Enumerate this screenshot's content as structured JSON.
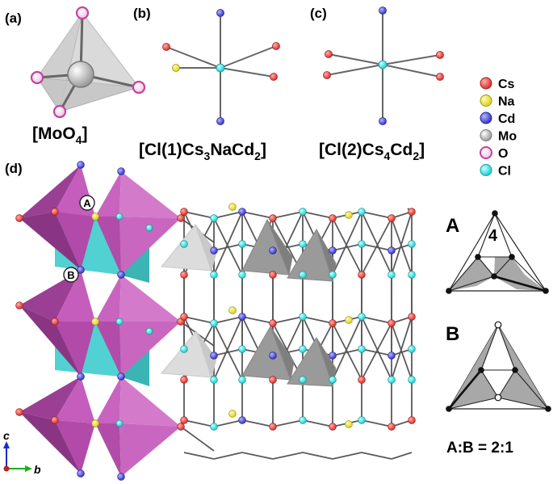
{
  "panels": {
    "a": {
      "tag": "(a)",
      "formula": "[MoO",
      "sub": "4",
      "close": "]"
    },
    "b": {
      "tag": "(b)",
      "f1": "[Cl(1)Cs",
      "s1": "3",
      "f2": "NaCd",
      "s2": "2",
      "f3": "]"
    },
    "c": {
      "tag": "(c)",
      "f1": "[Cl(2)Cs",
      "s1": "4",
      "f2": "Cd",
      "s2": "2",
      "f3": "]"
    },
    "d": {
      "tag": "(d)",
      "site_a": "A",
      "site_b": "B"
    }
  },
  "legend": [
    {
      "label": "Cs",
      "color": "#e0413f"
    },
    {
      "label": "Na",
      "color": "#f0e63c"
    },
    {
      "label": "Cd",
      "color": "#4848d8"
    },
    {
      "label": "Mo",
      "color": "#bdbdbd"
    },
    {
      "label": "O",
      "color": "#f4c9ec",
      "ring": "#c4449b"
    },
    {
      "label": "Cl",
      "color": "#40e8e8"
    }
  ],
  "schematics": {
    "a_letter": "A",
    "a_number": "4",
    "b_letter": "B",
    "ratio": "A:B = 2:1"
  },
  "axes": {
    "c": "c",
    "b": "b"
  },
  "colors": {
    "octahedron": "#b04aa8",
    "cl_face": "#5ed8d8",
    "tetra_light": "#d6d6d6",
    "tetra_dark": "#8e8e8e",
    "bond": "#555555"
  }
}
